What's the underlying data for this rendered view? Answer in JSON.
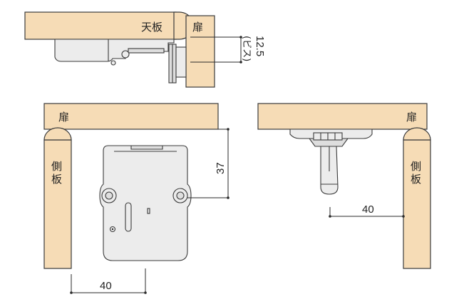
{
  "top_view": {
    "top_panel_label": "天板",
    "door_label": "扉",
    "dimension_value": "12.5",
    "dimension_note": "(ビス)"
  },
  "front_view": {
    "door_label": "扉",
    "side_panel_label": "側板",
    "height_dimension": "37",
    "width_dimension": "40"
  },
  "side_view": {
    "door_label": "扉",
    "side_panel_label": "側板",
    "width_dimension": "40"
  },
  "colors": {
    "wood": "#f6dcb6",
    "metal": "#ececec",
    "outline": "#3b3b3b"
  }
}
